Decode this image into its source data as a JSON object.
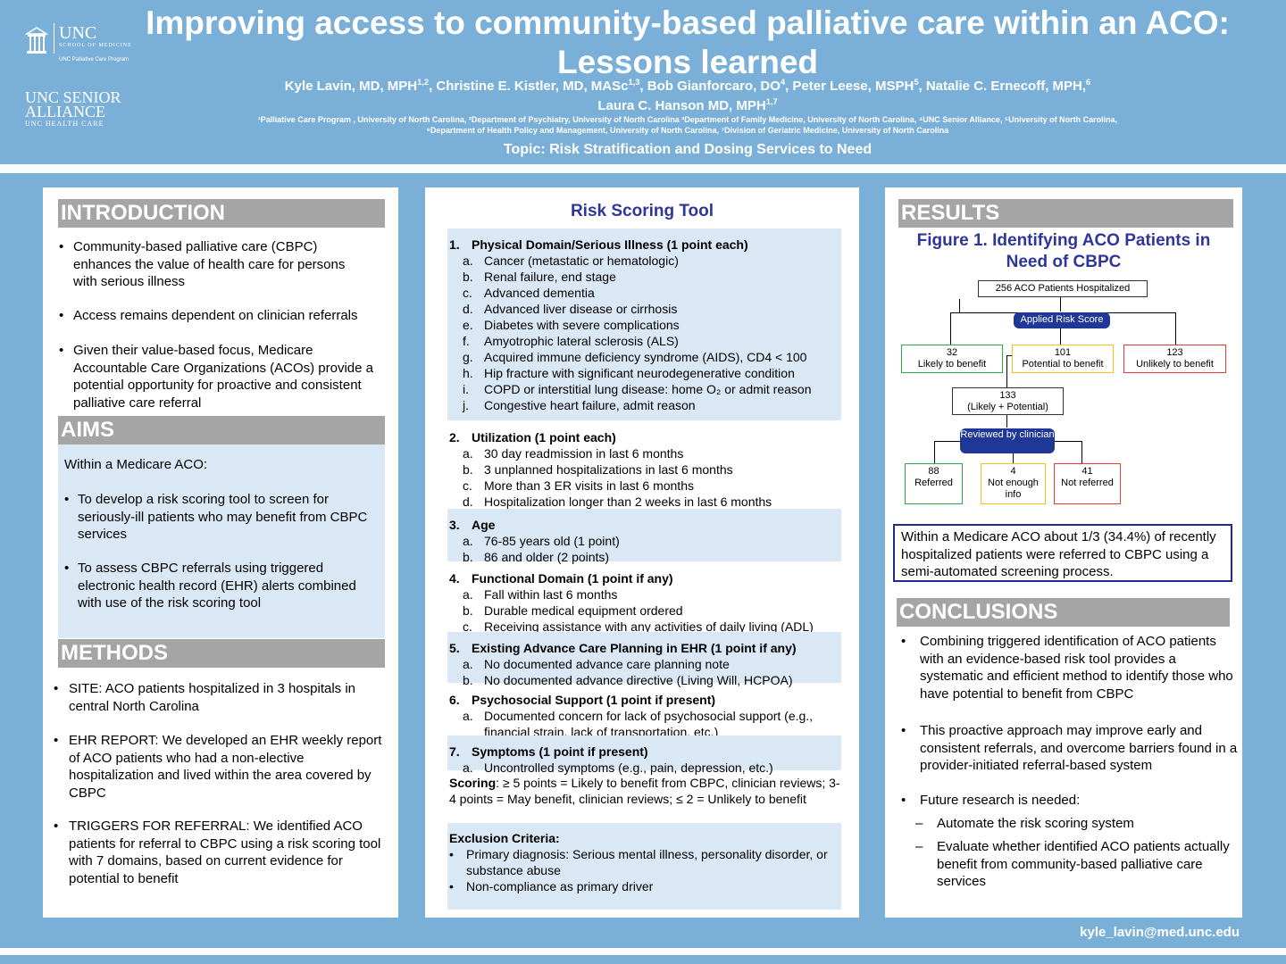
{
  "header": {
    "title": "Improving access to community-based palliative care within an ACO: Lessons learned",
    "authors_line1": [
      {
        "name": "Kyle Lavin, MD, MPH",
        "sup": "1,2"
      },
      {
        "name": ", Christine E. Kistler, MD, MASc",
        "sup": "1,3"
      },
      {
        "name": ", Bob Gianforcaro, DO",
        "sup": "4"
      },
      {
        "name": ", Peter Leese, MSPH",
        "sup": "5"
      },
      {
        "name": ", Natalie C. Ernecoff, MPH,",
        "sup": "6"
      }
    ],
    "authors_line2": [
      {
        "name": "Laura C. Hanson MD, MPH",
        "sup": "1,7"
      }
    ],
    "affiliations_line1": "¹Palliative Care Program , University of North Carolina, ²Department of Psychiatry, University of North Carolina ³Department of Family Medicine, University of North Carolina, ⁴UNC Senior Alliance, ⁵University of North Carolina,",
    "affiliations_line2": "⁶Department of Health Policy and Management, University of North Carolina, ⁷Division of Geriatric Medicine, University of North Carolina",
    "topic": "Topic: Risk Stratification and Dosing Services to Need",
    "logo_unc": {
      "main": "UNC",
      "sub1": "SCHOOL OF MEDICINE",
      "sub2": "UNC Palliative Care Program"
    },
    "logo_alliance": {
      "line1": "UNC SENIOR",
      "line2": "ALLIANCE",
      "line3": "UNC HEALTH CARE"
    }
  },
  "introduction": {
    "heading": "INTRODUCTION",
    "bullets": [
      "Community-based palliative care (CBPC) enhances the value of health care for persons with serious illness",
      "Access remains dependent on clinician referrals",
      "Given their value-based focus, Medicare Accountable Care Organizations (ACOs) provide a potential opportunity for proactive and consistent palliative care referral"
    ]
  },
  "aims": {
    "heading": "AIMS",
    "intro": "Within a Medicare ACO:",
    "bullets": [
      "To develop a risk scoring tool to screen for seriously-ill patients who may benefit from CBPC services",
      "To assess CBPC referrals using triggered electronic health record (EHR) alerts combined with use of the risk scoring tool"
    ]
  },
  "methods": {
    "heading": "METHODS",
    "bullets": [
      "SITE:  ACO patients hospitalized in 3 hospitals in central North Carolina",
      "EHR REPORT:  We developed an EHR weekly report of ACO patients who had a non-elective hospitalization and lived within the area covered by CBPC",
      "TRIGGERS FOR REFERRAL: We identified ACO patients for referral to CBPC using a risk scoring tool with 7 domains, based on current evidence for potential to benefit"
    ]
  },
  "tool": {
    "heading": "Risk Scoring Tool",
    "domains": [
      {
        "num": "1.",
        "title": "Physical Domain/Serious Illness (1 point each)",
        "shaded": true,
        "items": [
          [
            "a.",
            "Cancer (metastatic or hematologic)"
          ],
          [
            "b.",
            "Renal failure, end stage"
          ],
          [
            "c.",
            "Advanced dementia"
          ],
          [
            "d.",
            "Advanced liver disease or cirrhosis"
          ],
          [
            "e.",
            "Diabetes with severe complications"
          ],
          [
            "f.",
            "Amyotrophic lateral sclerosis (ALS)"
          ],
          [
            "g.",
            "Acquired immune deficiency syndrome (AIDS), CD4 < 100"
          ],
          [
            "h.",
            "Hip fracture with significant neurodegenerative condition"
          ],
          [
            "i.",
            "COPD or interstitial lung disease: home O₂ or admit reason"
          ],
          [
            "j.",
            "Congestive heart failure, admit reason"
          ]
        ]
      },
      {
        "num": "2.",
        "title": "Utilization (1 point each)",
        "shaded": false,
        "items": [
          [
            "a.",
            "30 day readmission in last 6 months"
          ],
          [
            "b.",
            "3 unplanned hospitalizations in last 6 months"
          ],
          [
            "c.",
            "More than 3 ER visits in last 6 months"
          ],
          [
            "d.",
            "Hospitalization longer than 2 weeks in last 6 months"
          ]
        ]
      },
      {
        "num": "3.",
        "title": "Age",
        "shaded": true,
        "items": [
          [
            "a.",
            "76-85 years old (1 point)"
          ],
          [
            "b.",
            "86 and older (2 points)"
          ]
        ]
      },
      {
        "num": "4.",
        "title": "Functional Domain (1 point if any)",
        "shaded": false,
        "items": [
          [
            "a.",
            "Fall within last 6 months"
          ],
          [
            "b.",
            "Durable medical equipment ordered"
          ],
          [
            "c.",
            "Receiving assistance with any activities of daily living (ADL)"
          ]
        ]
      },
      {
        "num": "5.",
        "title": "Existing Advance Care Planning in EHR (1 point if any)",
        "shaded": true,
        "items": [
          [
            "a.",
            "No documented advance care planning note"
          ],
          [
            "b.",
            "No documented advance directive (Living Will, HCPOA)"
          ]
        ]
      },
      {
        "num": "6.",
        "title": "Psychosocial Support (1 point if present)",
        "shaded": false,
        "items": [
          [
            "a.",
            "Documented concern for lack of psychosocial support (e.g.,"
          ],
          [
            "",
            "financial strain, lack of transportation, etc.)"
          ]
        ]
      },
      {
        "num": "7.",
        "title": "Symptoms (1 point if present)",
        "shaded": true,
        "items": [
          [
            "a.",
            "Uncontrolled symptoms (e.g., pain, depression, etc.)"
          ]
        ]
      }
    ],
    "scoring_label": "Scoring",
    "scoring_text": ":  ≥ 5 points = Likely to benefit from CBPC, clinician reviews; 3-4 points = May benefit, clinician reviews; ≤ 2 = Unlikely to benefit",
    "exclusion_heading": "Exclusion Criteria:",
    "exclusion_items": [
      "Primary diagnosis: Serious mental illness, personality disorder, or substance abuse",
      "Non-compliance as primary driver"
    ]
  },
  "results": {
    "heading": "RESULTS",
    "figure_title": "Figure 1. Identifying ACO Patients in Need of CBPC",
    "flow": {
      "top": "256 ACO Patients Hospitalized",
      "risk_pill": "Applied Risk Score",
      "likely_n": "32",
      "likely_label": "Likely to benefit",
      "potential_n": "101",
      "potential_label": "Potential to benefit",
      "unlikely_n": "123",
      "unlikely_label": "Unlikely to benefit",
      "combined_n": "133",
      "combined_label": "(Likely + Potential)",
      "review_pill": "Reviewed by clinician",
      "referred_n": "88",
      "referred_label": "Referred",
      "notenough_n": "4",
      "notenough_label": "Not enough info",
      "notreferred_n": "41",
      "notreferred_label": "Not referred"
    },
    "summary": "Within a Medicare ACO about 1/3 (34.4%) of recently hospitalized patients were referred to CBPC using a semi-automated screening process.",
    "colors": {
      "likely": "#2eaa4a",
      "potential": "#f2c414",
      "unlikely": "#e53b32",
      "summary_border": "#1f2a8c",
      "pill": "#1f3796"
    }
  },
  "conclusions": {
    "heading": "CONCLUSIONS",
    "bullets": [
      "Combining triggered identification of ACO patients with an evidence-based risk tool provides a systematic and efficient method to identify those who have potential to benefit from CBPC",
      "This proactive approach may improve early and consistent referrals, and overcome barriers found in a provider-initiated referral-based system",
      "Future research is needed:"
    ],
    "sub_bullets": [
      "Automate the risk scoring system",
      "Evaluate whether identified ACO patients actually benefit from community-based palliative care services"
    ]
  },
  "footer": {
    "email": "kyle_lavin@med.unc.edu"
  }
}
